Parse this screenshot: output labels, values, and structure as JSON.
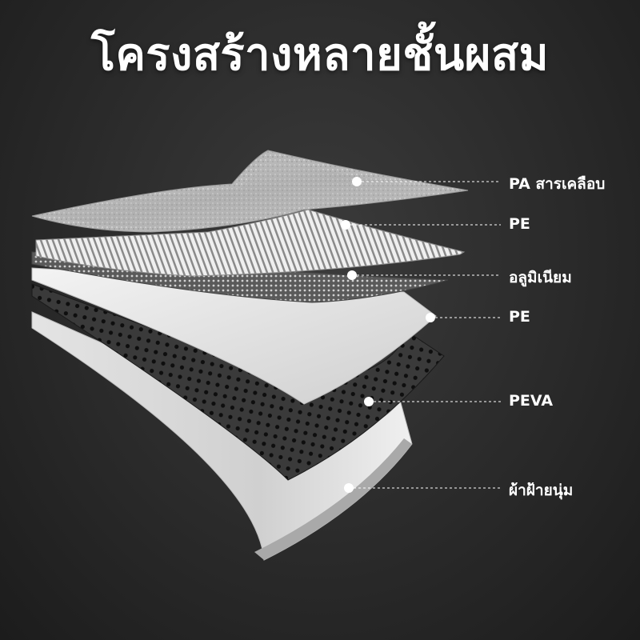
{
  "title": "โครงสร้างหลายชั้นผสม",
  "layers": [
    {
      "label": "PA สารเคลือบ"
    },
    {
      "label": "PE"
    },
    {
      "label": "อลูมิเนียม"
    },
    {
      "label": "PE"
    },
    {
      "label": "PEVA"
    },
    {
      "label": "ผ้าฝ้ายนุ่ม"
    }
  ],
  "colors": {
    "background": "#2b2b2b",
    "text": "#ffffff",
    "connector": "#ffffff"
  }
}
